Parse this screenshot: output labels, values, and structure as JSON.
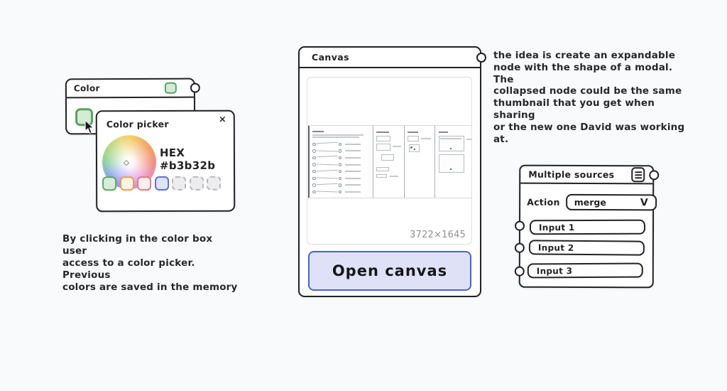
{
  "color_window": {
    "title": "Color"
  },
  "color_picker": {
    "title": "Color picker",
    "close_label": "×",
    "hex_label": "HEX",
    "hex_value": "#b3b32b",
    "saved_swatches": [
      {
        "name": "green",
        "border": "#5aa85f",
        "fill": "#d9ecd9"
      },
      {
        "name": "orange",
        "border": "#e2a14e",
        "fill": "#fbf3e4"
      },
      {
        "name": "red",
        "border": "#db7e7e",
        "fill": "#fbeeee"
      },
      {
        "name": "blue",
        "border": "#5b6fd6",
        "fill": "#dfe3f7"
      }
    ],
    "empty_slot_count": 3
  },
  "left_caption": "By clicking in the color box user\naccess to a color picker. Previous\ncolors are saved in the memory",
  "canvas_window": {
    "title": "Canvas",
    "thumbnail_dimensions": "3722×1645",
    "open_button_label": "Open canvas"
  },
  "right_caption": "the idea is create an expandable\nnode with the shape of a modal. The\ncollapsed node could be the same\nthumbnail that you get when sharing\nor the new one David was working at.",
  "multiple_sources": {
    "title": "Multiple sources",
    "action_label": "Action",
    "action_value": "merge",
    "dropdown_chevron": "V",
    "inputs": [
      "Input 1",
      "Input 2",
      "Input 3"
    ]
  },
  "colors": {
    "background": "#f8fafc",
    "outline": "#212225",
    "accent_blue": "#4d60d2",
    "button_fill": "#dfe2f7",
    "dim_text": "#8e9094"
  }
}
